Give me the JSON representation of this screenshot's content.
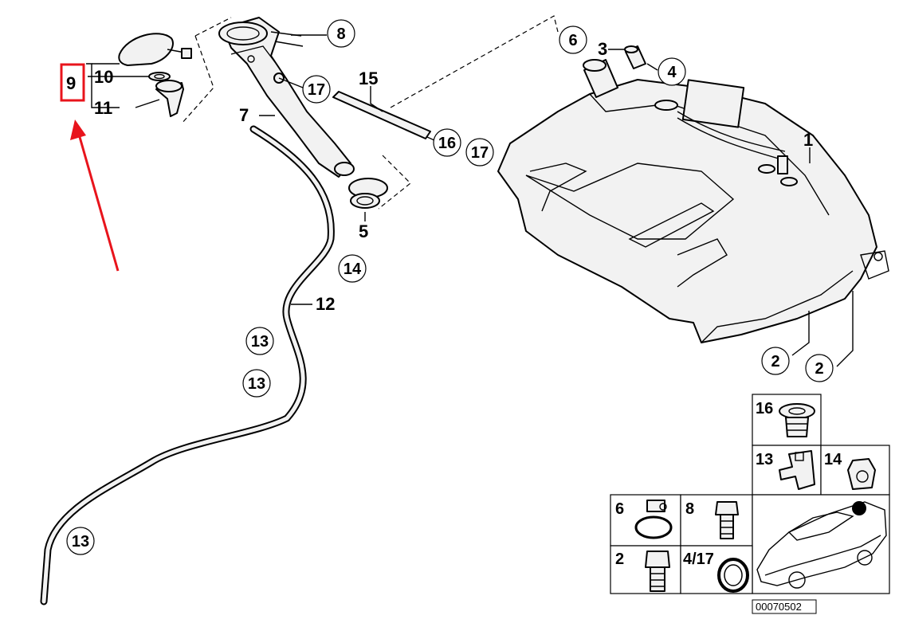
{
  "callouts": {
    "c1": "1",
    "c2a": "2",
    "c2b": "2",
    "c3": "3",
    "c4": "4",
    "c5": "5",
    "c6": "6",
    "c7": "7",
    "c8": "8",
    "c9": "9",
    "c10": "10",
    "c11": "11",
    "c12": "12",
    "c13a": "13",
    "c13b": "13",
    "c13c": "13",
    "c14": "14",
    "c15": "15",
    "c16": "16",
    "c17a": "17",
    "c17b": "17"
  },
  "inset": {
    "i16": "16",
    "i13": "13",
    "i14": "14",
    "i6": "6",
    "i8": "8",
    "i2": "2",
    "i417": "4/17"
  },
  "reference_number": "00070502",
  "highlight_color": "#e8141c"
}
